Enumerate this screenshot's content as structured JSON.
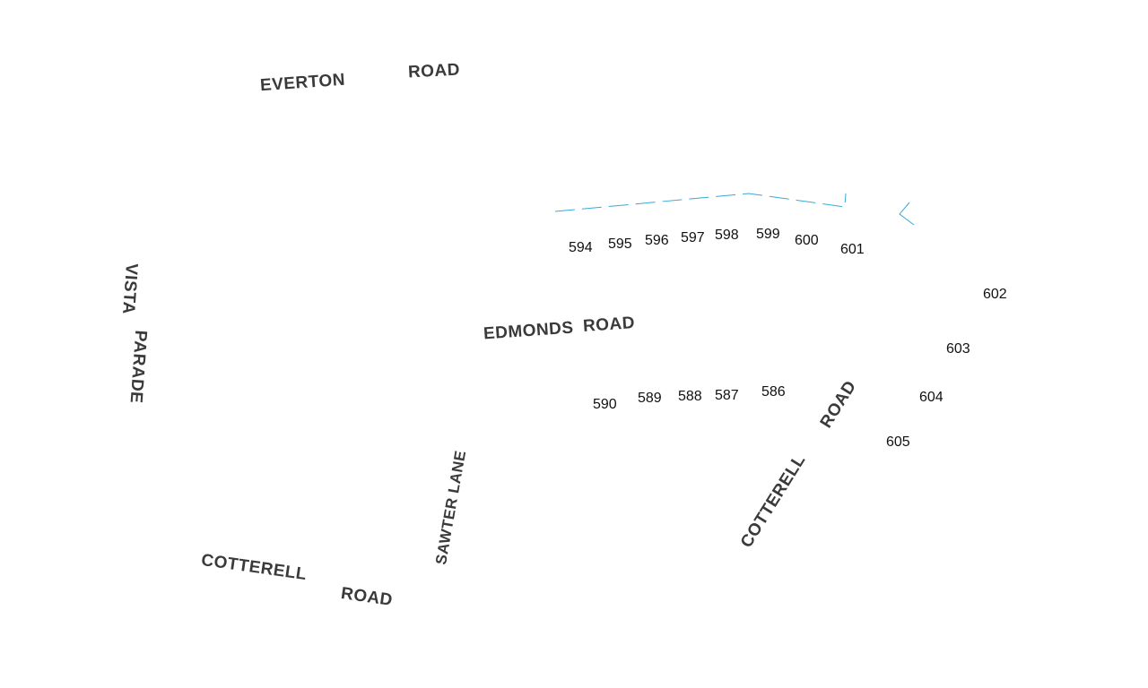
{
  "colors": {
    "background": "#ffffff",
    "road_label": "#3a3a3a",
    "lot_number": "#111111",
    "boundary_line": "#3aaad6"
  },
  "roads": {
    "everton_1": "EVERTON",
    "everton_2": "ROAD",
    "vista_1": "VISTA",
    "vista_2": "PARADE",
    "edmonds_1": "EDMONDS",
    "edmonds_2": "ROAD",
    "sawter_lane": "SAWTER LANE",
    "cotterell_sw_1": "COTTERELL",
    "cotterell_sw_2": "ROAD",
    "cotterell_se_1": "COTTERELL",
    "cotterell_se_2": "ROAD"
  },
  "lots": {
    "n594": "594",
    "n595": "595",
    "n596": "596",
    "n597": "597",
    "n598": "598",
    "n599": "599",
    "n600": "600",
    "n601": "601",
    "n602": "602",
    "n603": "603",
    "n604": "604",
    "n605": "605",
    "n586": "586",
    "n587": "587",
    "n588": "588",
    "n589": "589",
    "n590": "590"
  }
}
